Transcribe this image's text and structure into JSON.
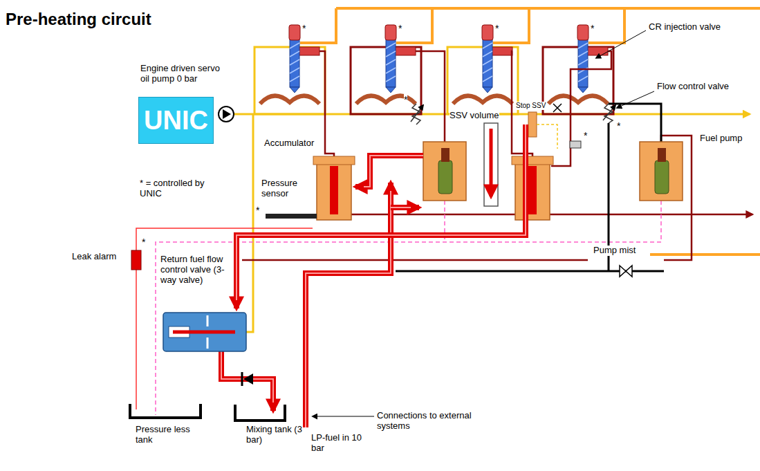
{
  "diagram": {
    "title": "Pre-heating circuit",
    "nodes": [
      {
        "text": [
          "UNIC"
        ]
      }
    ],
    "labels": [
      "*",
      "*",
      "*",
      "*",
      "CR injection valve",
      "Engine driven servo oil pump 0 bar",
      "Flow control valve",
      "SSV volume",
      "Stop SSV",
      "*",
      "*",
      "*",
      "Fuel pump",
      "Accumulator",
      "Pressure sensor",
      "*",
      "* = controlled by UNIC",
      "Leak alarm",
      "*",
      "Pump mist",
      "Return fuel flow control valve (3-way valve)",
      "Pressure less tank",
      "Mixing tank (3 bar)",
      "LP-fuel in 10 bar",
      "Connections to external systems"
    ]
  }
}
